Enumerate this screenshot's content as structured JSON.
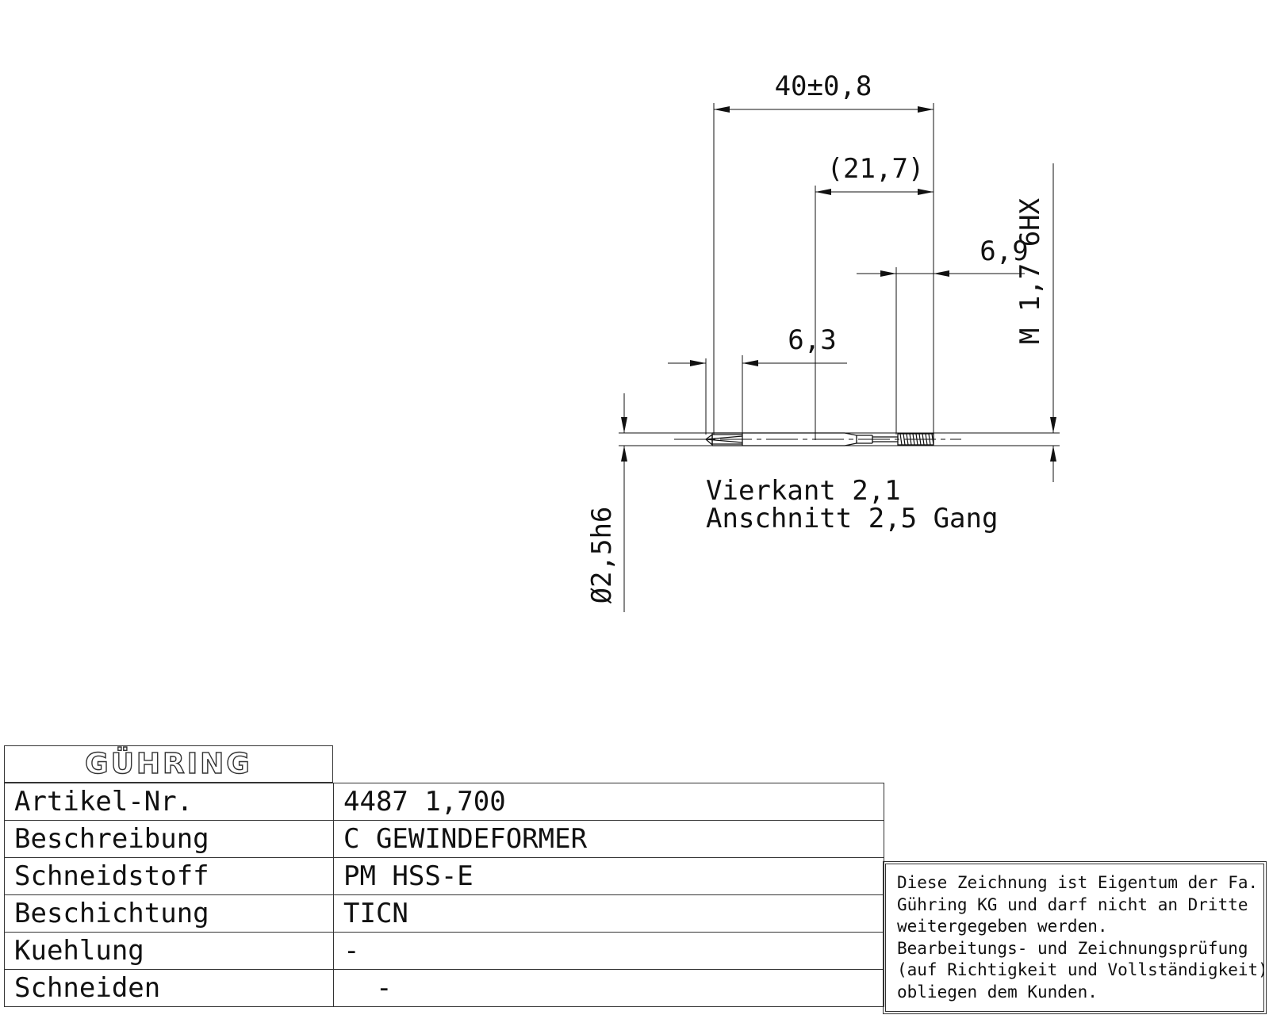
{
  "drawing": {
    "dimensions": {
      "overall_length": "40±0,8",
      "thread_section_ref": "(21,7)",
      "thread_length": "6,9",
      "square_length": "6,3",
      "thread_spec": "M 1,7 6HX",
      "shank_diameter": "Ø2,5h6"
    },
    "notes": {
      "square": "Vierkant 2,1",
      "chamfer": "Anschnitt 2,5 Gang"
    }
  },
  "title_block": {
    "logo": "GÜHRING",
    "rows": [
      {
        "label": "Artikel-Nr.",
        "value": "4487 1,700"
      },
      {
        "label": "Beschreibung",
        "value": "C GEWINDEFORMER"
      },
      {
        "label": "Schneidstoff",
        "value": "PM HSS-E"
      },
      {
        "label": "Beschichtung",
        "value": "TICN"
      },
      {
        "label": "Kuehlung",
        "value": "-"
      },
      {
        "label": "Schneiden",
        "value": "  -"
      }
    ]
  },
  "notice": {
    "lines": [
      "Diese Zeichnung ist Eigentum der Fa.",
      "Gühring KG und darf nicht an Dritte",
      "weitergegeben werden.",
      "Bearbeitungs- und Zeichnungsprüfung",
      "(auf Richtigkeit und Vollständigkeit)",
      "obliegen dem Kunden."
    ]
  }
}
